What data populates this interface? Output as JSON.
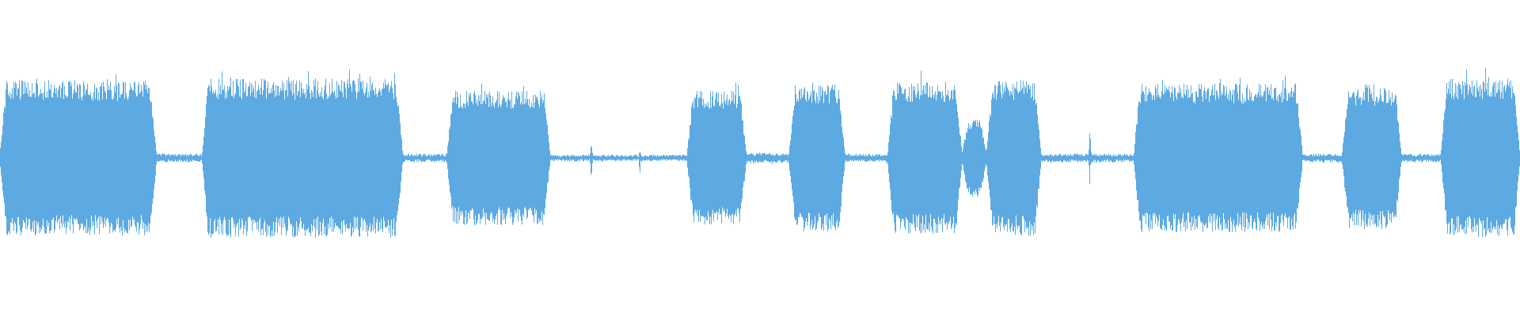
{
  "waveform": {
    "color": "#5DAAE2",
    "background": "#ffffff",
    "segments": [
      {
        "start": 0.0,
        "end": 0.103,
        "amplitude": 0.44,
        "kind": "loud"
      },
      {
        "start": 0.103,
        "end": 0.133,
        "amplitude": 0.02,
        "kind": "quiet"
      },
      {
        "start": 0.133,
        "end": 0.265,
        "amplitude": 0.45,
        "kind": "loud"
      },
      {
        "start": 0.265,
        "end": 0.294,
        "amplitude": 0.02,
        "kind": "quiet"
      },
      {
        "start": 0.294,
        "end": 0.362,
        "amplitude": 0.38,
        "kind": "loud"
      },
      {
        "start": 0.362,
        "end": 0.452,
        "amplitude": 0.015,
        "kind": "quiet"
      },
      {
        "start": 0.452,
        "end": 0.491,
        "amplitude": 0.38,
        "kind": "loud"
      },
      {
        "start": 0.491,
        "end": 0.519,
        "amplitude": 0.025,
        "kind": "quiet"
      },
      {
        "start": 0.519,
        "end": 0.556,
        "amplitude": 0.42,
        "kind": "loud"
      },
      {
        "start": 0.556,
        "end": 0.584,
        "amplitude": 0.02,
        "kind": "quiet"
      },
      {
        "start": 0.584,
        "end": 0.633,
        "amplitude": 0.43,
        "kind": "loud"
      },
      {
        "start": 0.633,
        "end": 0.649,
        "amplitude": 0.22,
        "kind": "loud"
      },
      {
        "start": 0.649,
        "end": 0.685,
        "amplitude": 0.44,
        "kind": "loud"
      },
      {
        "start": 0.685,
        "end": 0.746,
        "amplitude": 0.02,
        "kind": "quiet"
      },
      {
        "start": 0.746,
        "end": 0.857,
        "amplitude": 0.42,
        "kind": "loud"
      },
      {
        "start": 0.857,
        "end": 0.883,
        "amplitude": 0.02,
        "kind": "quiet"
      },
      {
        "start": 0.883,
        "end": 0.922,
        "amplitude": 0.4,
        "kind": "loud"
      },
      {
        "start": 0.922,
        "end": 0.948,
        "amplitude": 0.02,
        "kind": "quiet"
      },
      {
        "start": 0.948,
        "end": 1.0,
        "amplitude": 0.45,
        "kind": "loud"
      }
    ],
    "spikes": [
      {
        "at": 0.389,
        "amplitude": 0.1
      },
      {
        "at": 0.421,
        "amplitude": 0.07
      },
      {
        "at": 0.717,
        "amplitude": 0.14
      }
    ]
  }
}
